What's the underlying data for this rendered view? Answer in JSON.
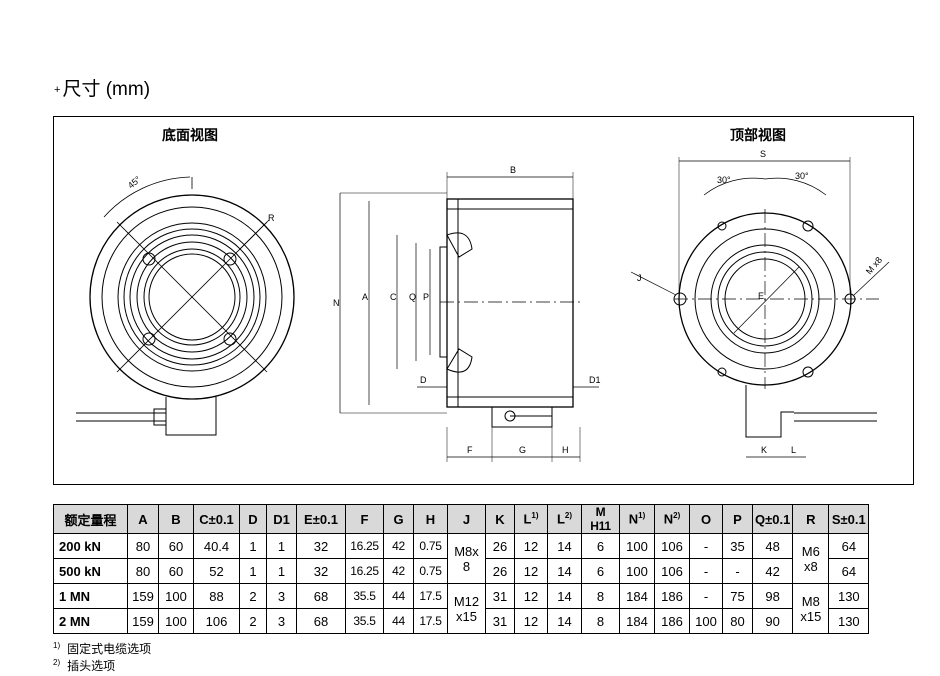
{
  "heading": {
    "bullet": "+",
    "text": "尺寸 (mm)"
  },
  "drawing": {
    "bottom_view_title": "底面视图",
    "top_view_title": "顶部视图",
    "labels": {
      "angle45": "45°",
      "R": "R",
      "N": "N",
      "A": "A",
      "C": "C",
      "Q": "Q",
      "P": "P",
      "B": "B",
      "D": "D",
      "D1": "D1",
      "F": "F",
      "G": "G",
      "H": "H",
      "S": "S",
      "angle30a": "30°",
      "angle30b": "30°",
      "J": "J",
      "E": "E",
      "M": "M x8",
      "K": "K",
      "L": "L"
    }
  },
  "table": {
    "headers": [
      "额定量程",
      "A",
      "B",
      "C±0.1",
      "D",
      "D1",
      "E±0.1",
      "F",
      "G",
      "H",
      "J",
      "K",
      "L",
      "L",
      "M H11",
      "N",
      "N",
      "O",
      "P",
      "Q±0.1",
      "R",
      "S±0.1"
    ],
    "header_sups": {
      "12": "1)",
      "13": "2)",
      "15": "1)",
      "16": "2)"
    },
    "rows": [
      {
        "label": "200 kN",
        "A": "80",
        "B": "60",
        "C": "40.4",
        "D": "1",
        "D1": "1",
        "E": "32",
        "F": "16.25",
        "G": "42",
        "H": "0.75",
        "K": "26",
        "L1": "12",
        "L2": "14",
        "M": "6",
        "N1": "100",
        "N2": "106",
        "O": "-",
        "P": "35",
        "Q": "48",
        "S": "64"
      },
      {
        "label": "500 kN",
        "A": "80",
        "B": "60",
        "C": "52",
        "D": "1",
        "D1": "1",
        "E": "32",
        "F": "16.25",
        "G": "42",
        "H": "0.75",
        "K": "26",
        "L1": "12",
        "L2": "14",
        "M": "6",
        "N1": "100",
        "N2": "106",
        "O": "-",
        "P": "-",
        "Q": "42",
        "S": "64"
      },
      {
        "label": "1 MN",
        "A": "159",
        "B": "100",
        "C": "88",
        "D": "2",
        "D1": "3",
        "E": "68",
        "F": "35.5",
        "G": "44",
        "H": "17.5",
        "K": "31",
        "L1": "12",
        "L2": "14",
        "M": "8",
        "N1": "184",
        "N2": "186",
        "O": "-",
        "P": "75",
        "Q": "98",
        "S": "130"
      },
      {
        "label": "2 MN",
        "A": "159",
        "B": "100",
        "C": "106",
        "D": "2",
        "D1": "3",
        "E": "68",
        "F": "35.5",
        "G": "44",
        "H": "17.5",
        "K": "31",
        "L1": "12",
        "L2": "14",
        "M": "8",
        "N1": "184",
        "N2": "186",
        "O": "100",
        "P": "80",
        "Q": "90",
        "S": "130"
      }
    ],
    "merged": {
      "J_top": "M8x 8",
      "J_bottom": "M12 x15",
      "R_top": "M6 x8",
      "R_bottom": "M8 x15"
    }
  },
  "notes": [
    {
      "sup": "1)",
      "text": "固定式电缆选项"
    },
    {
      "sup": "2)",
      "text": "插头选项"
    }
  ]
}
